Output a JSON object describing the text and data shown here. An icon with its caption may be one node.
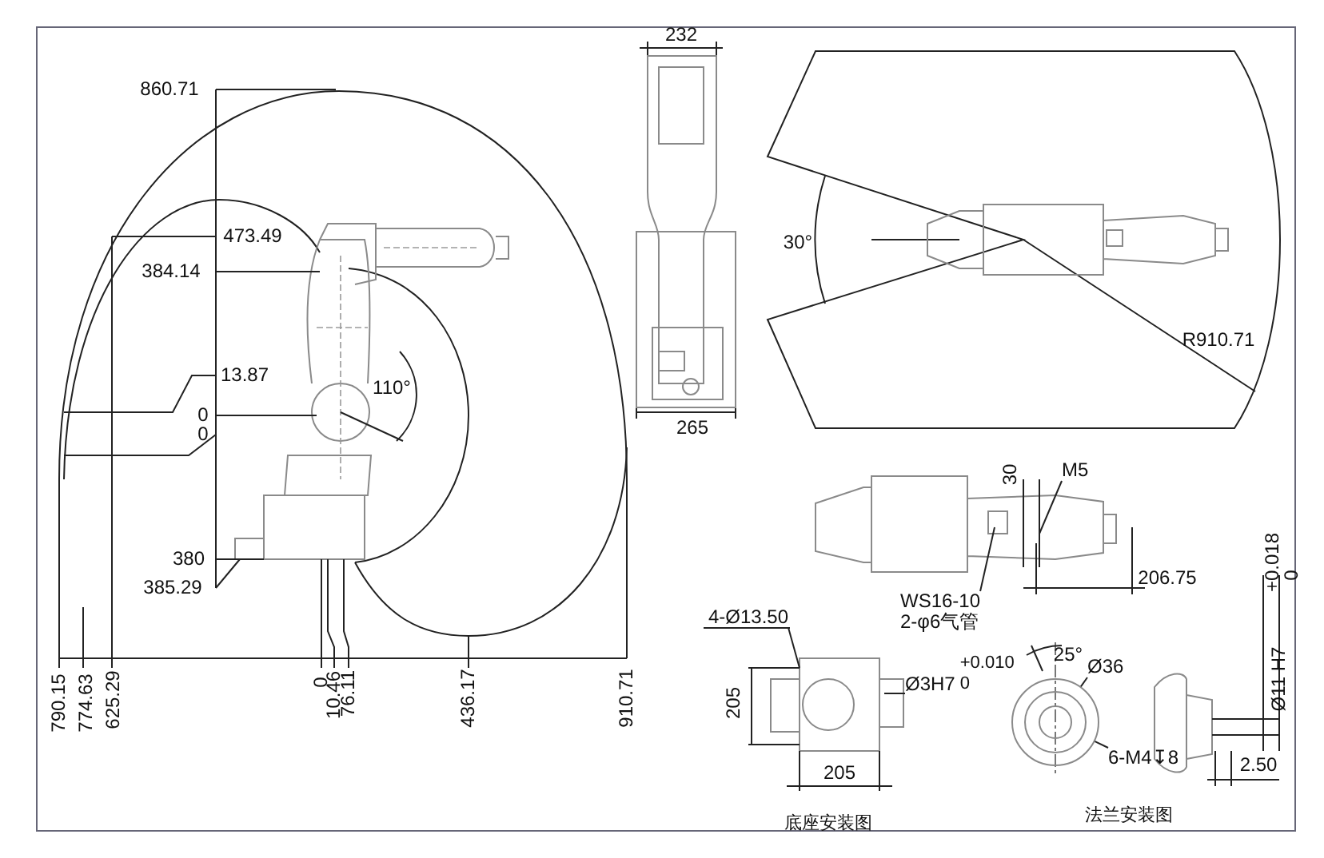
{
  "diagram": {
    "nodes": [
      {
        "text": [
          "4-Ø13.50"
        ]
      },
      {
        "text": [
          "Ø3H7",
          "+0.010",
          "0"
        ]
      },
      {
        "text": [
          "Ø36"
        ]
      },
      {
        "text": [
          "6-M4↧8"
        ]
      },
      {
        "text": [
          "M5"
        ]
      },
      {
        "text": [
          "WS16-10",
          "2-φ6气管"
        ]
      },
      {
        "text": [],
        "shape": "circle"
      }
    ],
    "edges": [
      {
        "from": 0,
        "to": null,
        "arrow": "none"
      },
      {
        "from": 1,
        "to": null,
        "arrow": "none"
      },
      {
        "from": 2,
        "to": 6,
        "arrow": "none"
      },
      {
        "from": 3,
        "to": 6,
        "arrow": "none"
      },
      {
        "from": 4,
        "to": null,
        "arrow": "none"
      },
      {
        "from": 5,
        "to": null,
        "arrow": "none"
      }
    ],
    "labels": [
      "232",
      "860.71",
      "30°",
      "473.49",
      "384.14",
      "R910.71",
      "110°",
      "13.87",
      "0",
      "0",
      "265",
      "30",
      "380",
      "385.29",
      "206.75",
      "+0.018",
      "0",
      "25°",
      "Ø11 H7",
      "205",
      "790.15",
      "774.63",
      "625.29",
      "0",
      "10.46",
      "76.11",
      "436.17",
      "910.71",
      "2.50",
      "205",
      "底座安装图",
      "法兰安装图"
    ]
  }
}
